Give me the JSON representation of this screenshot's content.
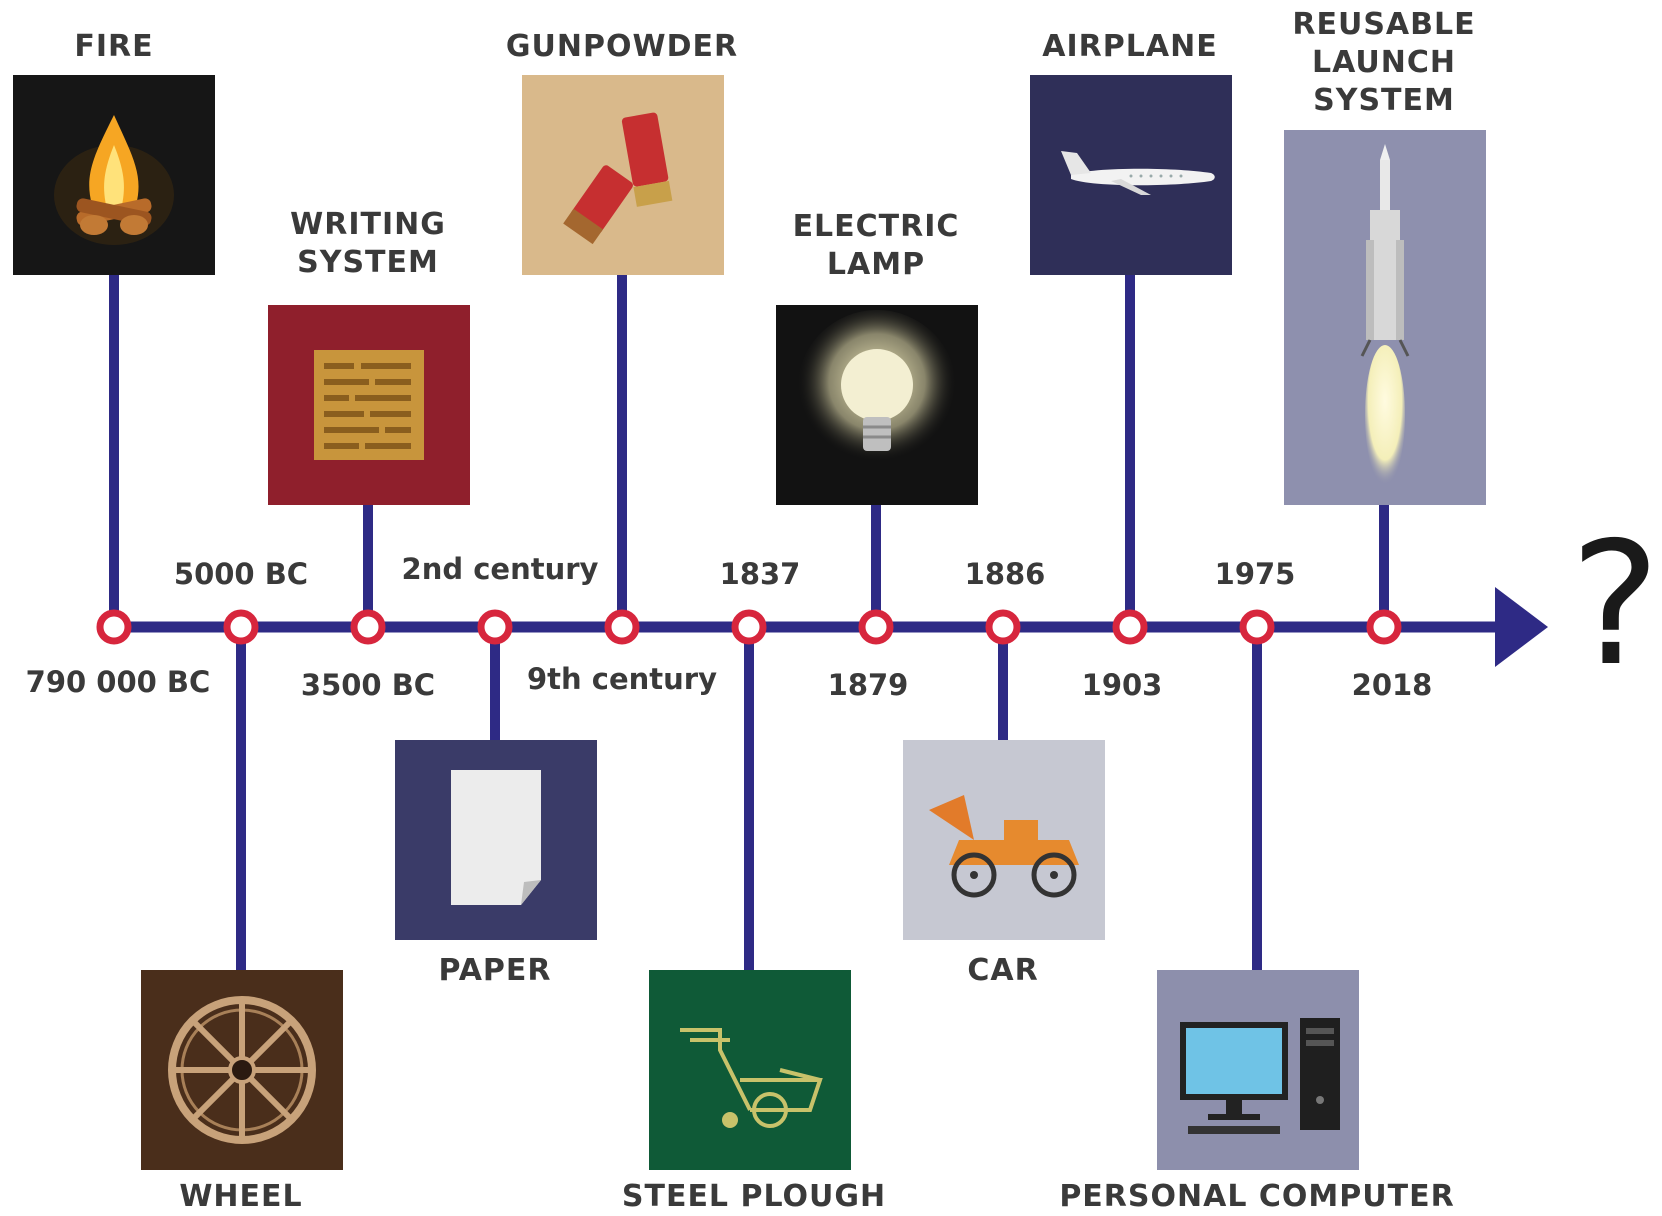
{
  "colors": {
    "line": "#2e2a85",
    "node": "#d7263d",
    "text": "#3a3a3a",
    "fire_bg": "#161616",
    "writing_bg": "#8f1f2c",
    "gunpowder_bg": "#d9b98b",
    "lamp_bg": "#121212",
    "airplane_bg": "#2f2f58",
    "rocket_bg": "#8e90ae",
    "wheel_bg": "#4a2e1b",
    "paper_bg": "#3a3b68",
    "plough_bg": "#0f5a37",
    "car_bg": "#c6c8d2",
    "computer_bg": "#8d8fac"
  },
  "timeline": {
    "end_symbol": "?",
    "events": [
      {
        "date": "790 000 BC",
        "label": "FIRE",
        "icon": "fire-icon"
      },
      {
        "date": "5000 BC",
        "label": "WHEEL",
        "icon": "wheel-icon"
      },
      {
        "date": "3500 BC",
        "label": "WRITING\nSYSTEM",
        "icon": "writing-tablet-icon"
      },
      {
        "date": "2nd century",
        "label": "PAPER",
        "icon": "paper-icon"
      },
      {
        "date": "9th century",
        "label": "GUNPOWDER",
        "icon": "shotgun-shell-icon"
      },
      {
        "date": "1837",
        "label": "STEEL PLOUGH",
        "icon": "plough-icon"
      },
      {
        "date": "1879",
        "label": "ELECTRIC\nLAMP",
        "icon": "light-bulb-icon"
      },
      {
        "date": "1886",
        "label": "CAR",
        "icon": "car-icon"
      },
      {
        "date": "1903",
        "label": "AIRPLANE",
        "icon": "airplane-icon"
      },
      {
        "date": "1975",
        "label": "PERSONAL COMPUTER",
        "icon": "computer-icon"
      },
      {
        "date": "2018",
        "label": "REUSABLE\nLAUNCH\nSYSTEM",
        "icon": "rocket-icon"
      }
    ]
  }
}
